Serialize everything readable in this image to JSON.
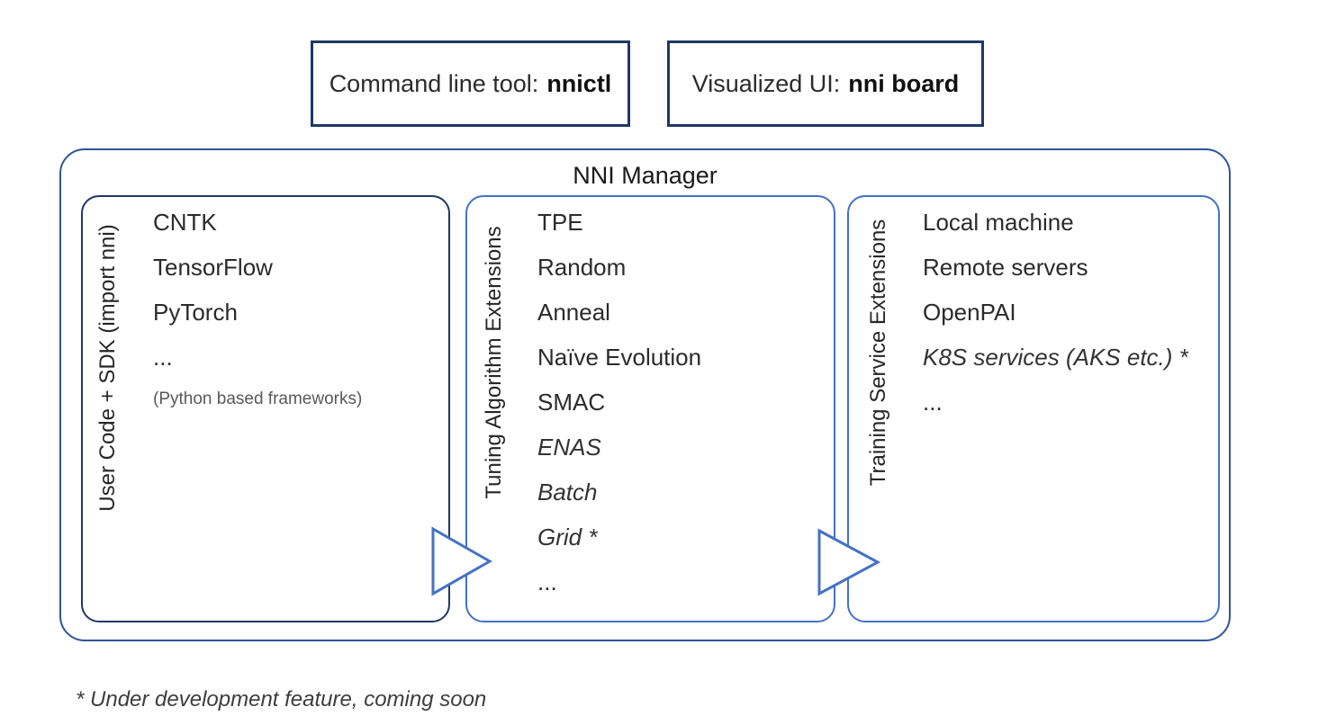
{
  "colors": {
    "navy_border": "#1f3864",
    "blue_border": "#4472c4",
    "outer_border": "#2f5597",
    "text": "#262626",
    "muted_note": "#595959"
  },
  "top_boxes": [
    {
      "label": "Command line tool:",
      "value": "nnictl"
    },
    {
      "label": "Visualized UI:",
      "value": "nni board"
    }
  ],
  "manager": {
    "title": "NNI Manager"
  },
  "columns": [
    {
      "side_label": "User Code + SDK (import nni)",
      "items": [
        "CNTK",
        "TensorFlow",
        "PyTorch",
        "...",
        "(Python based frameworks)"
      ]
    },
    {
      "side_label": "Tuning Algorithm Extensions",
      "items": [
        "TPE",
        "Random",
        "Anneal",
        "Naïve Evolution",
        "SMAC",
        "ENAS",
        "Batch",
        "Grid *",
        "..."
      ]
    },
    {
      "side_label": "Training Service Extensions",
      "items": [
        "Local machine",
        "Remote servers",
        "OpenPAI",
        "K8S services (AKS etc.) *",
        "..."
      ]
    }
  ],
  "footnote": "* Under development feature, coming soon"
}
